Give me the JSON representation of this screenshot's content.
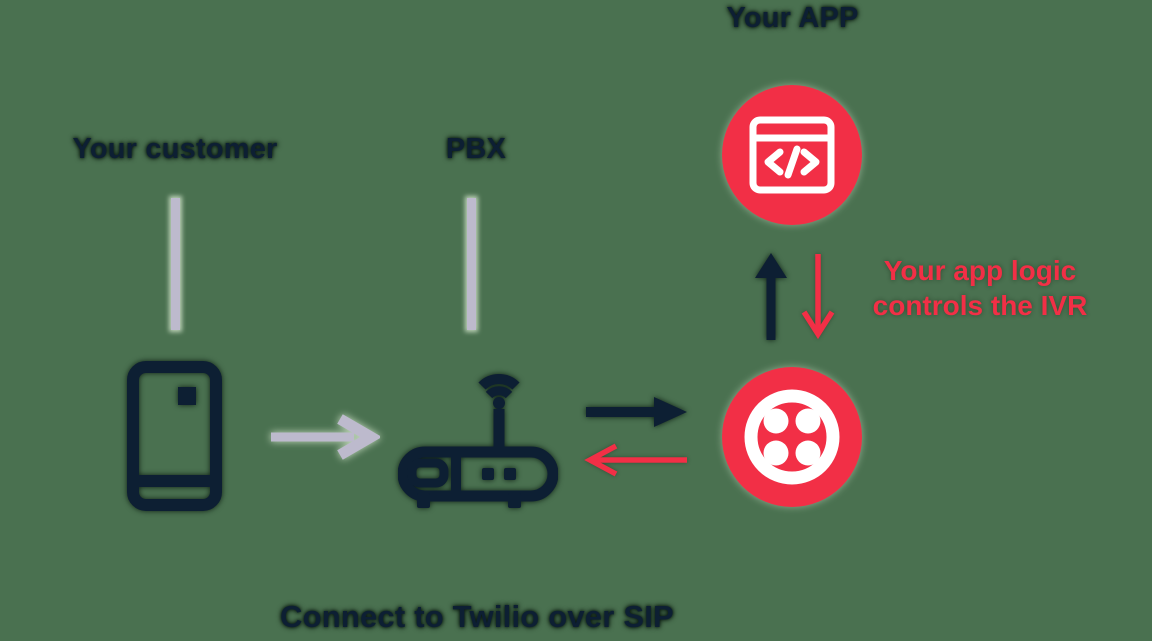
{
  "diagram": {
    "type": "architecture-flow",
    "background_color": "#4a7150",
    "colors": {
      "dark_navy": "#0d1f33",
      "twilio_red": "#f22f46",
      "light_connector": "#bdbacd",
      "icon_stroke_white": "#ffffff"
    },
    "nodes": [
      {
        "id": "customer",
        "label": "Your customer",
        "icon": "mobile-phone-icon"
      },
      {
        "id": "pbx",
        "label": "PBX",
        "icon": "router-icon"
      },
      {
        "id": "twilio",
        "label": "",
        "icon": "twilio-logo"
      },
      {
        "id": "app",
        "label": "Your APP",
        "icon": "code-browser-icon"
      }
    ],
    "edges": [
      {
        "from": "customer",
        "to": "pbx",
        "style": "light-arrow-right"
      },
      {
        "from": "pbx",
        "to": "twilio",
        "style": "dark-arrow-right"
      },
      {
        "from": "twilio",
        "to": "pbx",
        "style": "red-arrow-left"
      },
      {
        "from": "twilio",
        "to": "app",
        "style": "dark-arrow-up"
      },
      {
        "from": "app",
        "to": "twilio",
        "style": "red-arrow-down"
      }
    ],
    "annotations": {
      "app_logic": {
        "line1": "Your app logic",
        "line2": "controls the IVR"
      },
      "caption": "Connect to Twilio over SIP"
    }
  }
}
